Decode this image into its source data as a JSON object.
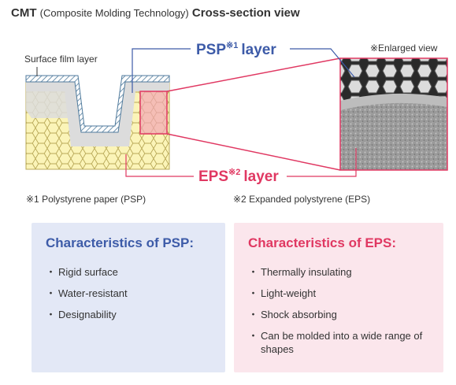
{
  "title": {
    "main": "CMT",
    "sub": "(Composite Molding Technology)",
    "tail": "Cross-section view"
  },
  "diagram": {
    "surface_label": "Surface film layer",
    "psp_label": "PSP",
    "psp_sup": "※1",
    "eps_label": "EPS",
    "eps_sup": "※2",
    "layer_word": "layer",
    "enlarged_label": "※Enlarged view"
  },
  "footnotes": {
    "fn1": "※1 Polystyrene paper (PSP)",
    "fn2": "※2 Expanded polystyrene (EPS)"
  },
  "psp_card": {
    "heading": "Characteristics of PSP:",
    "items": [
      "Rigid surface",
      "Water-resistant",
      "Designability"
    ]
  },
  "eps_card": {
    "heading": "Characteristics of EPS:",
    "items": [
      "Thermally insulating",
      "Light-weight",
      "Shock absorbing",
      "Can be molded into a wide range of shapes"
    ]
  },
  "colors": {
    "psp_blue": "#3d5ba8",
    "eps_red": "#e03862",
    "foam_yellow": "#fbf4b8",
    "psp_gray": "#dcdcdc",
    "film_blue": "#a9c8df"
  }
}
